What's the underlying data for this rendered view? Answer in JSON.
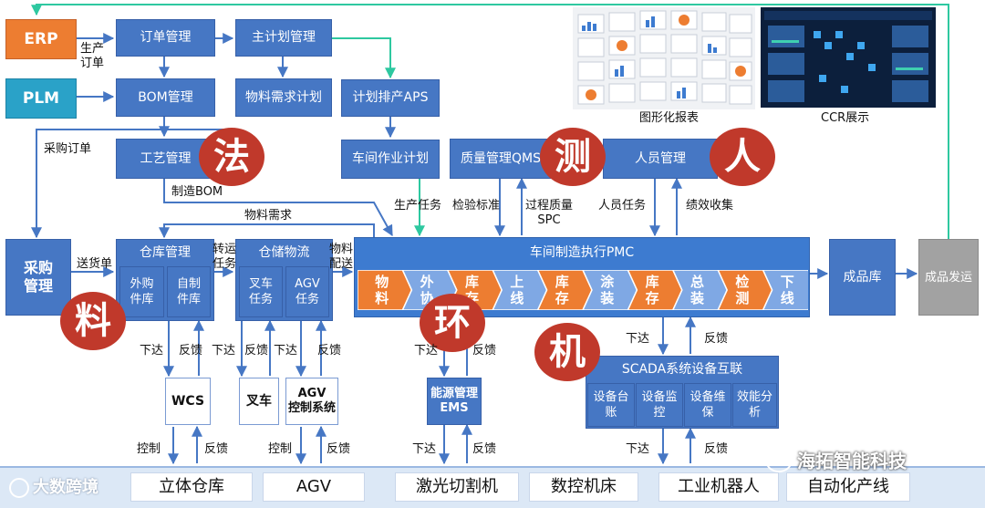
{
  "colors": {
    "blue": "#4677c4",
    "orange": "#ed7d31",
    "teal": "#2aa2c8",
    "red": "#c0392b",
    "green": "#2ec8a0",
    "arrow": "#4677c4"
  },
  "systems": {
    "erp": "ERP",
    "plm": "PLM"
  },
  "boxes": {
    "order": "订单管理",
    "master_plan": "主计划管理",
    "bom": "BOM管理",
    "mrp": "物料需求计划",
    "aps": "计划排产APS",
    "process": "工艺管理",
    "workshop_plan": "车间作业计划",
    "qms": "质量管理QMS",
    "hr": "人员管理",
    "purchase": "采购\n管理",
    "warehouse": "仓库管理",
    "outsourced_store": "外购\n件库",
    "self_store": "自制\n件库",
    "logistics": "仓储物流",
    "forklift_task": "叉车\n任务",
    "agv_task": "AGV\n任务",
    "pmc": "车间制造执行PMC",
    "finished_store": "成品库",
    "shipping": "成品发运",
    "wcs": "WCS",
    "forklift": "叉车",
    "agv_system": "AGV\n控制系统",
    "ems": "能源管理\nEMS",
    "scada": "SCADA系统设备互联",
    "asset_ledger": "设备台账",
    "monitoring": "设备监控",
    "maintenance": "设备维保",
    "efficiency": "效能分析"
  },
  "pmc_stages": [
    "物\n料",
    "外\n协",
    "库\n存",
    "上\n线",
    "库\n存",
    "涂\n装",
    "库\n存",
    "总\n装",
    "检\n测",
    "下\n线"
  ],
  "circles": {
    "fa": "法",
    "ce": "测",
    "ren": "人",
    "liao": "料",
    "huan": "环",
    "ji": "机"
  },
  "labels": {
    "production_order": "生产\n订单",
    "purchase_order": "采购订单",
    "manufacturing_bom": "制造BOM",
    "material_demand": "物料需求",
    "production_task": "生产任务",
    "inspection_standard": "检验标准",
    "process_quality_spc": "过程质量\nSPC",
    "personnel_task": "人员任务",
    "performance_collect": "绩效收集",
    "delivery_note": "送货单",
    "transfer_task": "转运\n任务",
    "material_delivery": "物料\n配送",
    "issue": "下达",
    "feedback": "反馈",
    "control": "控制",
    "graphic_report": "图形化报表",
    "ccr_display": "CCR展示"
  },
  "devices": [
    "立体仓库",
    "AGV",
    "激光切割机",
    "数控机床",
    "工业机器人",
    "自动化产线"
  ],
  "watermarks": {
    "left": "大数跨境",
    "right": "海拓智能科技"
  }
}
